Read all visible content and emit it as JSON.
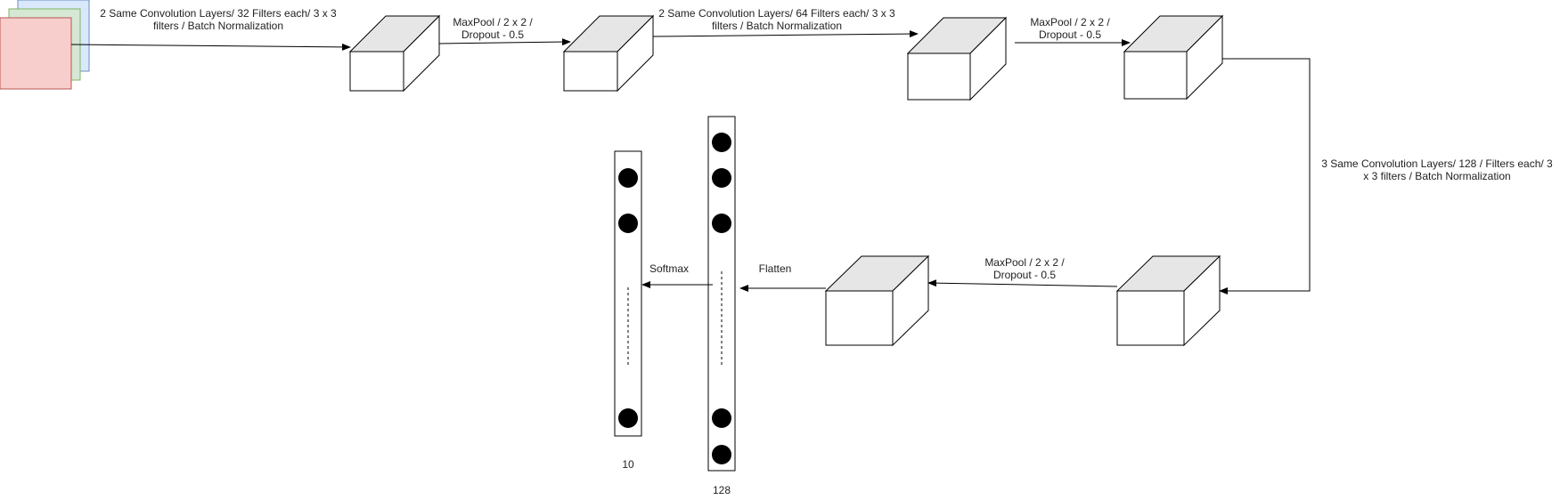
{
  "colors": {
    "stroke": "#000000",
    "box_top": "#e6e6e6",
    "box_front": "#ffffff",
    "input_red_fill": "#f8cecc",
    "input_red_stroke": "#b85450",
    "input_green_fill": "#d5e8d4",
    "input_green_stroke": "#82b366",
    "input_blue_fill": "#dae8fc",
    "input_blue_stroke": "#6c8ebf",
    "text": "#222222"
  },
  "labels": {
    "conv1": "2 Same Convolution Layers/ 32 Filters each/ 3 x 3 filters / Batch Normalization",
    "pool1": "MaxPool / 2 x 2 / Dropout  - 0.5",
    "conv2": "2 Same Convolution Layers/ 64 Filters each/ 3 x 3 filters / Batch Normalization",
    "pool2": "MaxPool / 2 x 2 / Dropout  - 0.5",
    "conv3": "3 Same Convolution Layers/ 128 / Filters each/ 3 x 3 filters / Batch Normalization",
    "pool3": "MaxPool / 2 x 2 / Dropout  - 0.5",
    "flatten": "Flatten",
    "softmax": "Softmax",
    "dense_size": "128",
    "output_size": "10"
  }
}
